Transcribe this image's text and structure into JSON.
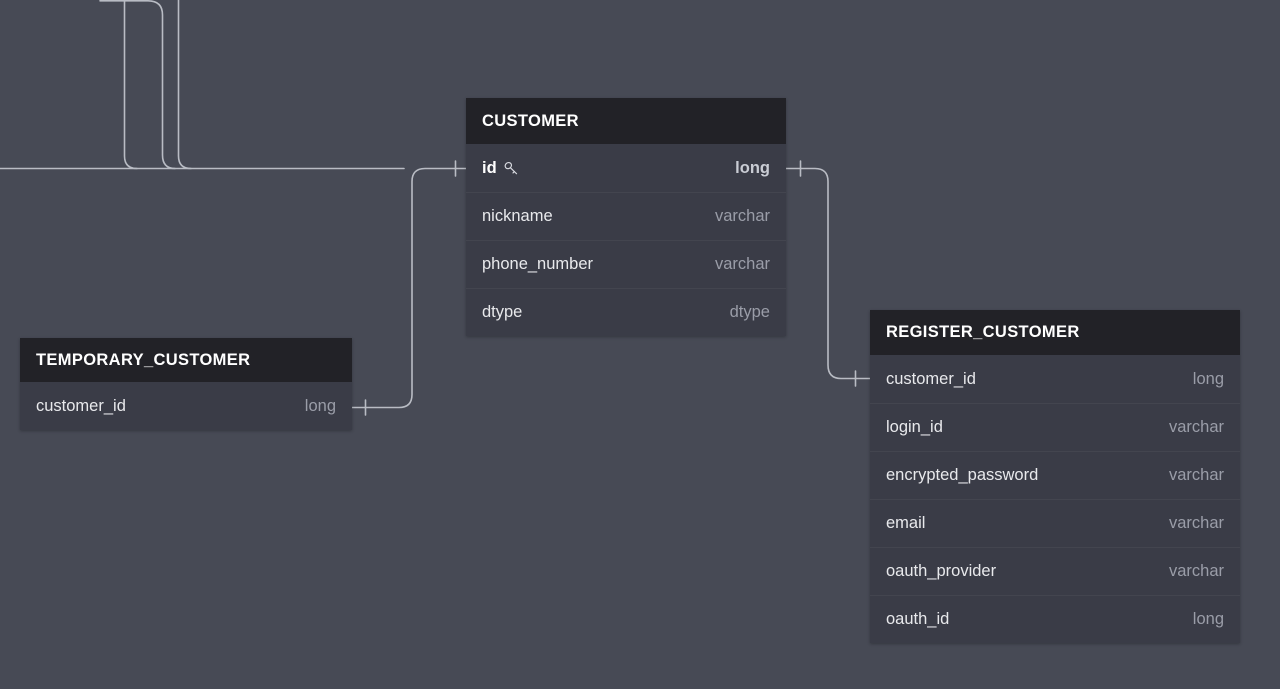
{
  "diagram": {
    "type": "entity-relationship-diagram",
    "background_color": "#474a55",
    "header_color": "#222227",
    "row_color": "#3a3c47",
    "line_color": "#b9bcc4",
    "entities": [
      {
        "id": "customer",
        "name": "CUSTOMER",
        "fields": [
          {
            "name": "id",
            "type": "long",
            "primary_key": true,
            "key_icon": "key-icon"
          },
          {
            "name": "nickname",
            "type": "varchar",
            "primary_key": false
          },
          {
            "name": "phone_number",
            "type": "varchar",
            "primary_key": false
          },
          {
            "name": "dtype",
            "type": "dtype",
            "primary_key": false
          }
        ]
      },
      {
        "id": "temporary_customer",
        "name": "TEMPORARY_CUSTOMER",
        "fields": [
          {
            "name": "customer_id",
            "type": "long",
            "primary_key": false
          }
        ]
      },
      {
        "id": "register_customer",
        "name": "REGISTER_CUSTOMER",
        "fields": [
          {
            "name": "customer_id",
            "type": "long",
            "primary_key": false
          },
          {
            "name": "login_id",
            "type": "varchar",
            "primary_key": false
          },
          {
            "name": "encrypted_password",
            "type": "varchar",
            "primary_key": false
          },
          {
            "name": "email",
            "type": "varchar",
            "primary_key": false
          },
          {
            "name": "oauth_provider",
            "type": "varchar",
            "primary_key": false
          },
          {
            "name": "oauth_id",
            "type": "long",
            "primary_key": false
          }
        ]
      }
    ],
    "relationships": [
      {
        "from": "temporary_customer.customer_id",
        "to": "customer.id"
      },
      {
        "from": "customer.id",
        "to": "register_customer.customer_id"
      },
      {
        "from": "offscreen-above",
        "to": "customer.id"
      }
    ]
  }
}
